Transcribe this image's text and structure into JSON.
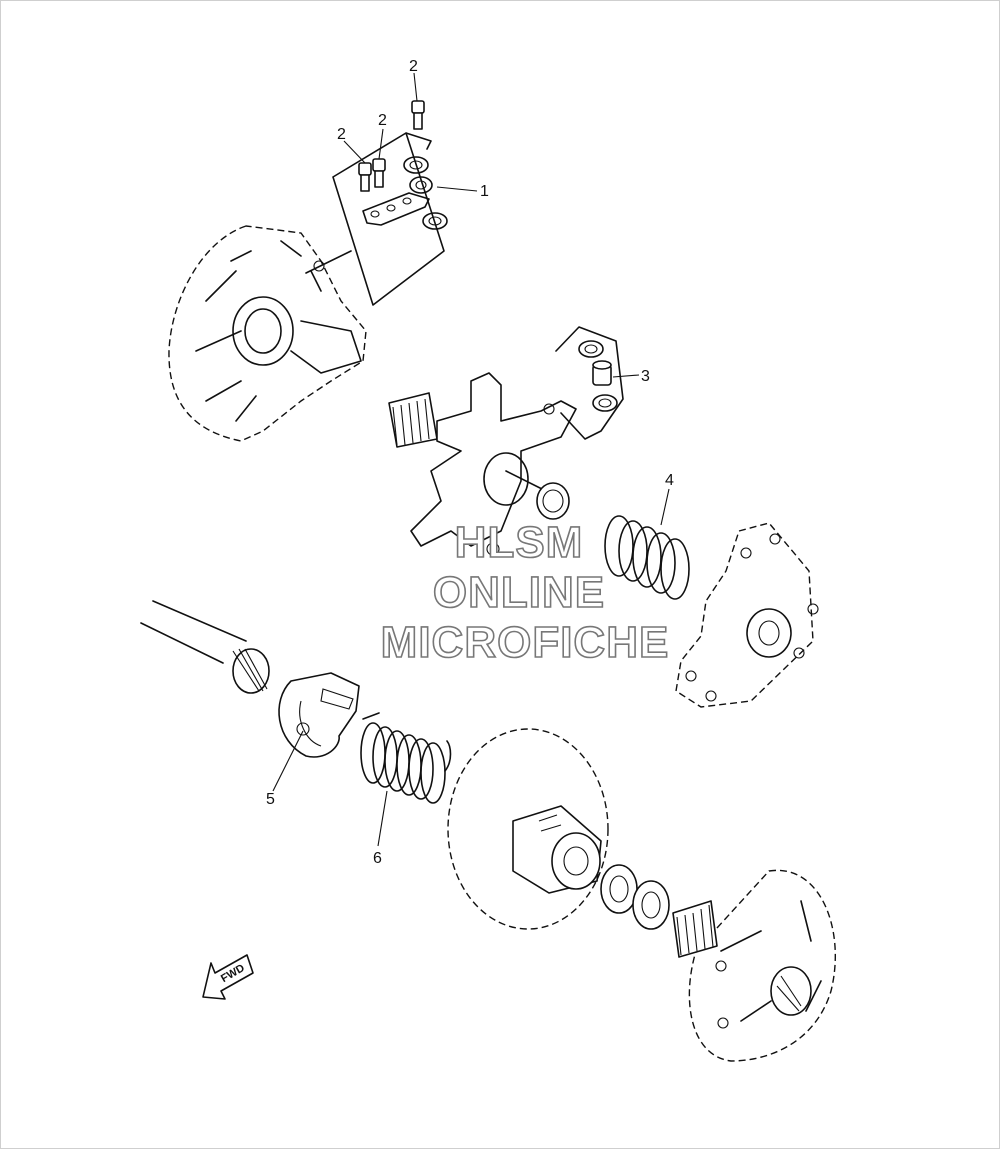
{
  "callouts": [
    {
      "id": "c1",
      "label": "1"
    },
    {
      "id": "c2a",
      "label": "2"
    },
    {
      "id": "c2b",
      "label": "2"
    },
    {
      "id": "c2c",
      "label": "2"
    },
    {
      "id": "c3",
      "label": "3"
    },
    {
      "id": "c4",
      "label": "4"
    },
    {
      "id": "c5",
      "label": "5"
    },
    {
      "id": "c6",
      "label": "6"
    }
  ],
  "watermark": {
    "line1": "HLSM",
    "line2": "ONLINE",
    "line3": "MICROFICHE"
  },
  "direction_arrow": {
    "label": "FWD",
    "icon": "fwd-arrow-icon"
  }
}
